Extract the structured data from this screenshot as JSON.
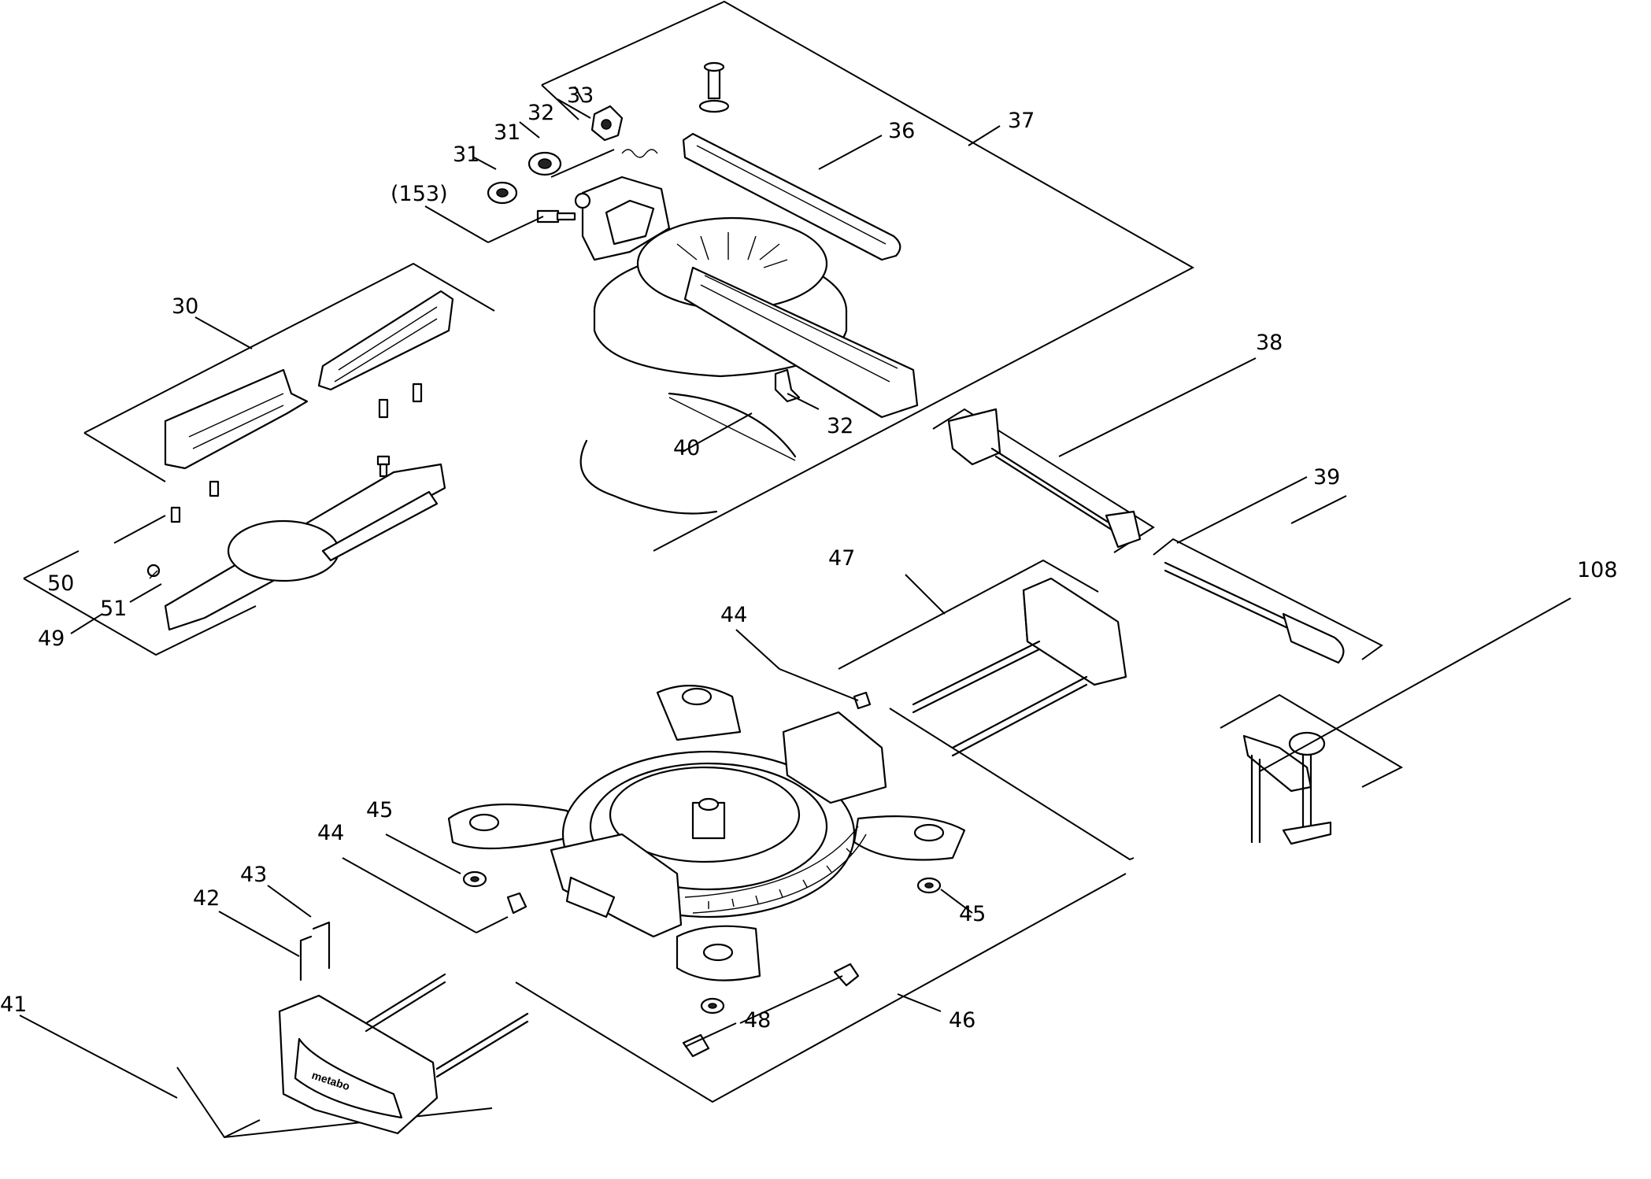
{
  "labels": {
    "l30": "30",
    "l31a": "31",
    "l31b": "31",
    "l32a": "32",
    "l32b": "32",
    "l33": "33",
    "l36": "36",
    "l37": "37",
    "l38": "38",
    "l39": "39",
    "l40": "40",
    "l41": "41",
    "l42": "42",
    "l43": "43",
    "l44a": "44",
    "l44b": "44",
    "l45a": "45",
    "l45b": "45",
    "l46": "46",
    "l47": "47",
    "l48": "48",
    "l49": "49",
    "l50": "50",
    "l51": "51",
    "l108": "108",
    "l153": "(153)"
  },
  "brand_text": "metabo"
}
